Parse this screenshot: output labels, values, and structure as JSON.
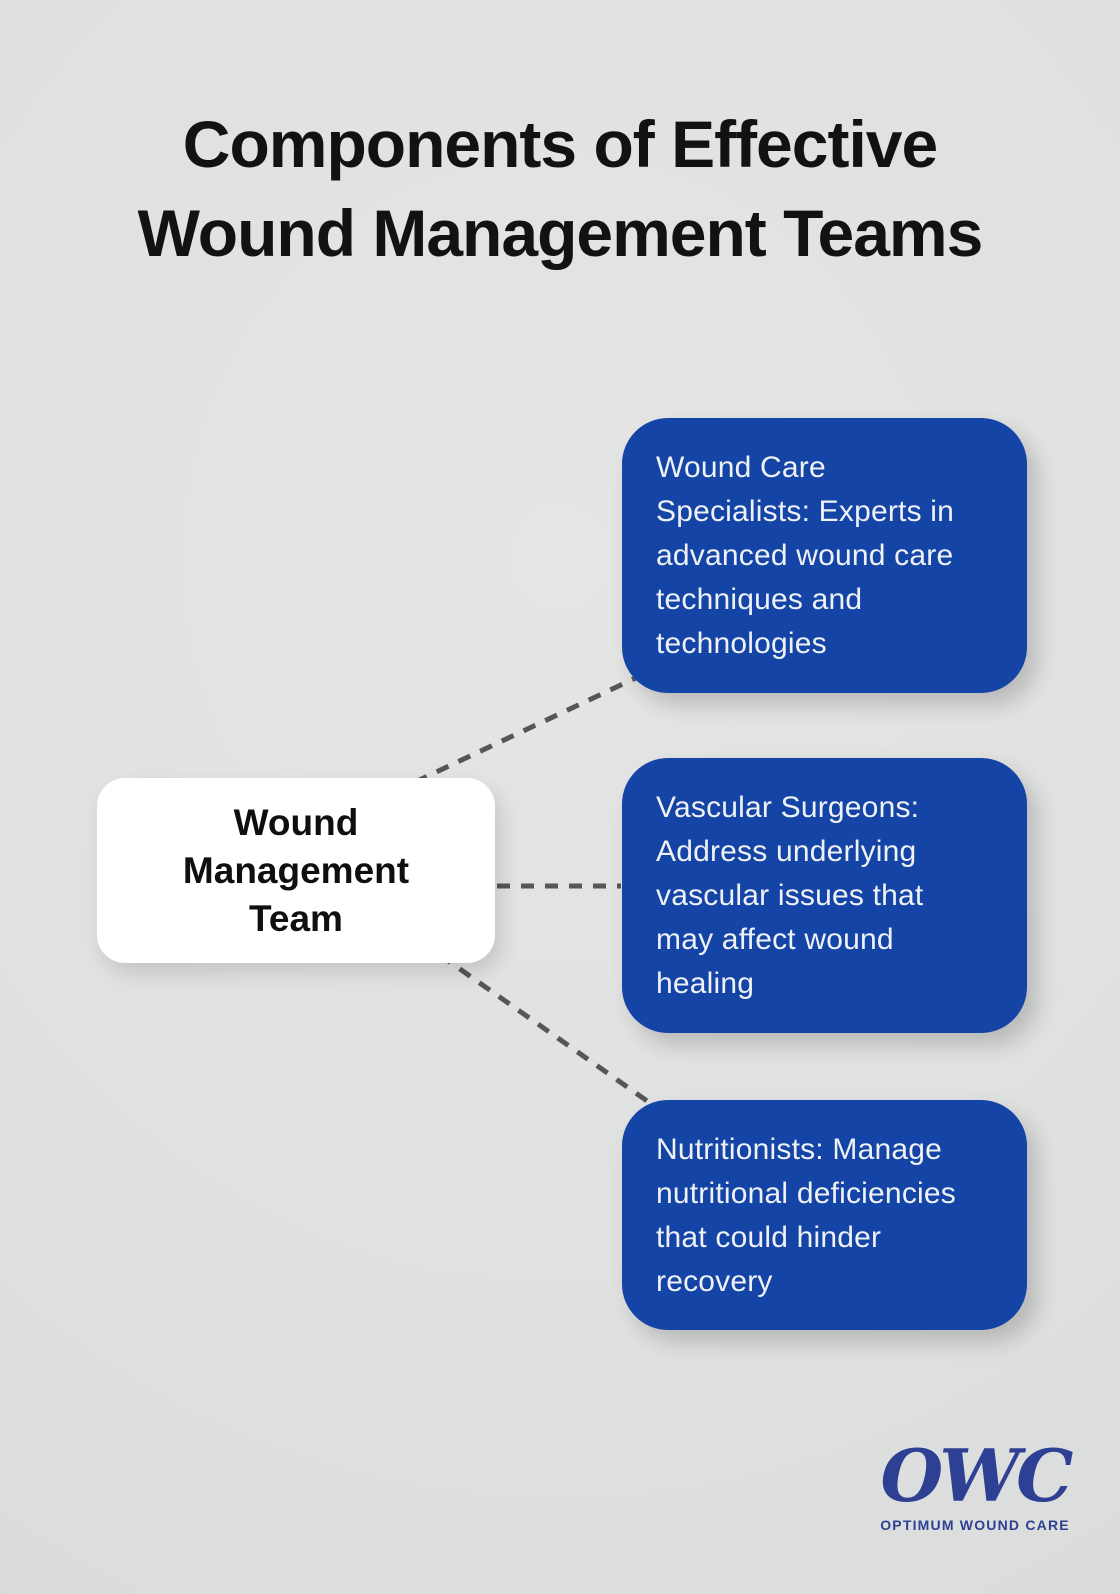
{
  "colors": {
    "background": "#e0e1e0",
    "node_blue": "#1444a5",
    "node_text": "#eef1f5",
    "title_text": "#121212",
    "center_bg": "#ffffff",
    "center_text": "#0f0f0f",
    "connector": "#565656",
    "logo_blue": "#2e4094"
  },
  "title": {
    "line1": "Components of Effective",
    "line2": "Wound Management Teams"
  },
  "diagram": {
    "center_node": {
      "text": "Wound Management Team",
      "lines": [
        "Wound",
        "Management",
        "Team"
      ]
    },
    "branch_nodes": [
      {
        "text": "Wound Care Specialists: Experts in advanced wound care techniques and technologies",
        "lines": [
          "Wound Care",
          "Specialists: Experts in",
          "advanced wound care",
          "techniques and",
          "technologies"
        ]
      },
      {
        "text": "Vascular Surgeons: Address underlying vascular issues that may affect wound healing",
        "lines": [
          "Vascular Surgeons:",
          "Address underlying",
          "vascular issues that",
          "may affect wound",
          "healing"
        ]
      },
      {
        "text": "Nutritionists: Manage nutritional deficiencies that could hinder recovery",
        "lines": [
          "Nutritionists: Manage",
          "nutritional deficiencies",
          "that could hinder",
          "recovery"
        ]
      }
    ]
  },
  "footer_logo": {
    "monogram": "OWC",
    "tagline": "OPTIMUM WOUND CARE"
  }
}
